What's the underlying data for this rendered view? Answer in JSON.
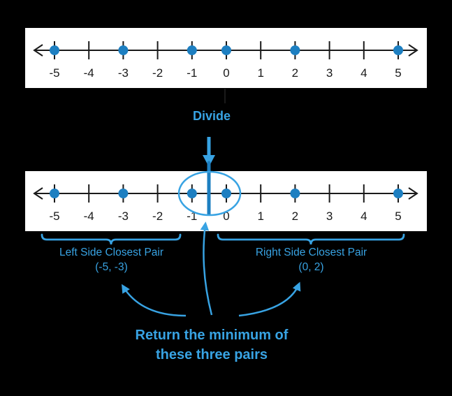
{
  "colors": {
    "background": "#000000",
    "panel_bg": "#ffffff",
    "axis": "#1a1a1a",
    "dot": "#1d7fc1",
    "accent": "#38a3e3"
  },
  "number_line": {
    "min": -5,
    "max": 5,
    "ticks": [
      -5,
      -4,
      -3,
      -2,
      -1,
      0,
      1,
      2,
      3,
      4,
      5
    ],
    "points": [
      -5,
      -3,
      -1,
      0,
      2,
      5
    ]
  },
  "divide_label": "Divide",
  "left_pair": {
    "title": "Left Side Closest Pair",
    "value": "(-5, -3)"
  },
  "right_pair": {
    "title": "Right Side Closest Pair",
    "value": "(0, 2)"
  },
  "conclusion": {
    "line1": "Return the minimum of",
    "line2": "these three pairs"
  }
}
